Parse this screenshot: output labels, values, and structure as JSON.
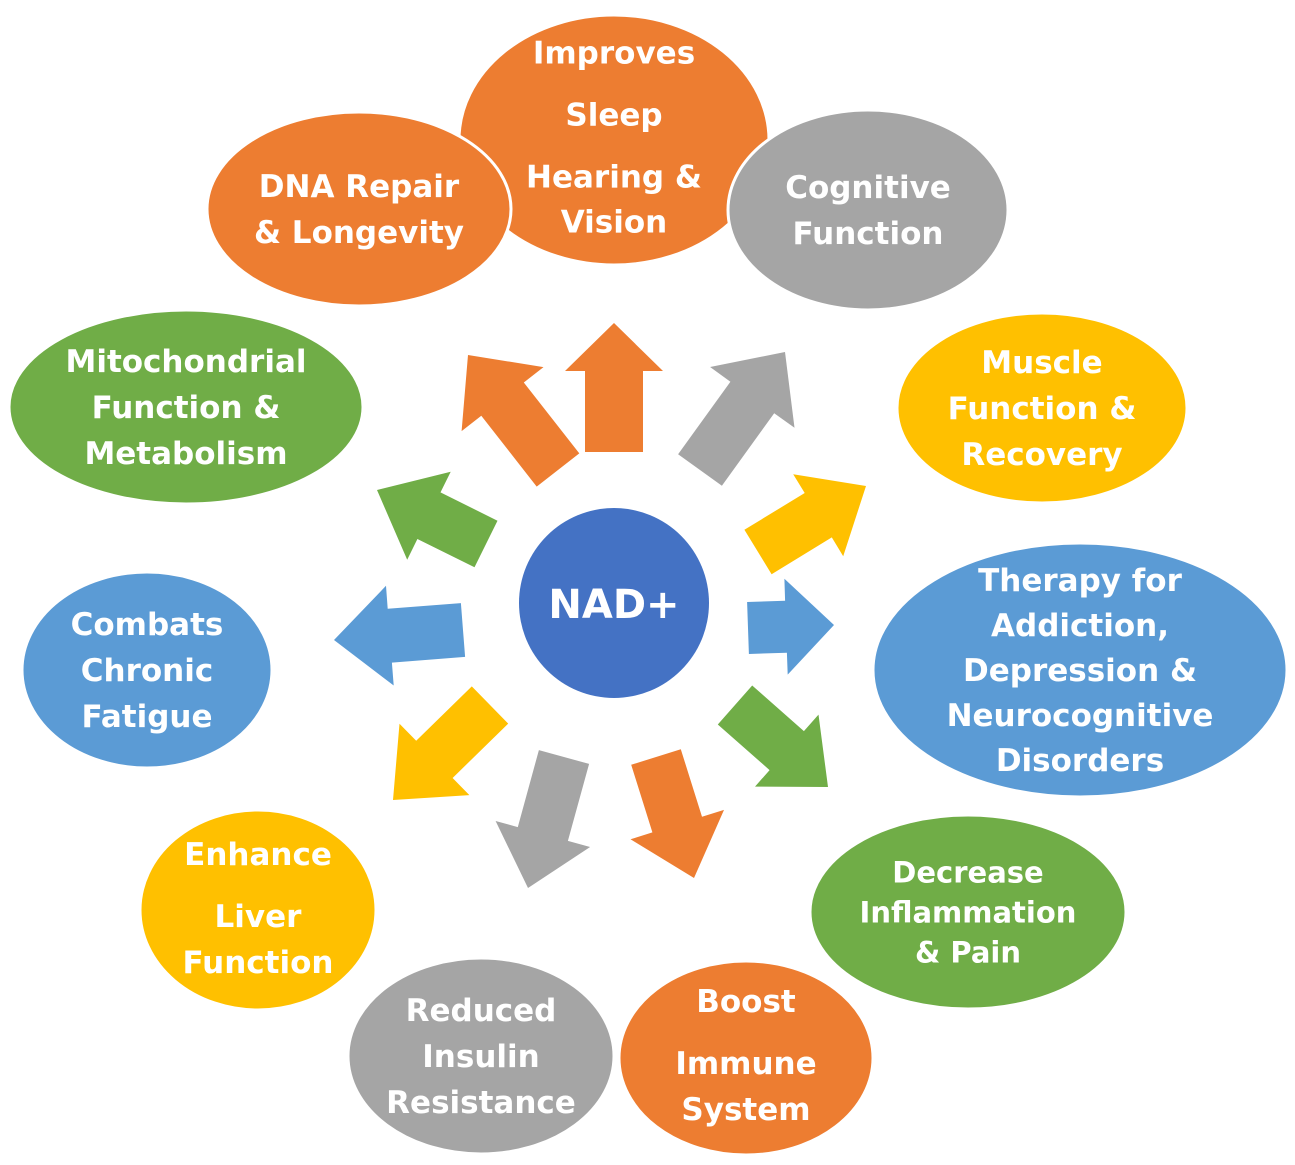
{
  "center": {
    "label": "NAD+",
    "color": "#4472C4"
  },
  "palette": {
    "orange": "#ED7D31",
    "gray": "#A5A5A5",
    "gold": "#FFC000",
    "blue": "#5B9BD5",
    "green": "#70AD47"
  },
  "benefits": [
    {
      "lines": [
        "Improves",
        "Sleep",
        "Hearing &",
        "Vision"
      ],
      "color": "#ED7D31"
    },
    {
      "lines": [
        "Cognitive",
        "Function"
      ],
      "color": "#A5A5A5"
    },
    {
      "lines": [
        "Muscle",
        "Function &",
        "Recovery"
      ],
      "color": "#FFC000"
    },
    {
      "lines": [
        "Therapy for",
        "Addiction,",
        "Depression &",
        "Neurocognitive",
        "Disorders"
      ],
      "color": "#5B9BD5"
    },
    {
      "lines": [
        "Decrease",
        "Inflammation",
        "& Pain"
      ],
      "color": "#70AD47"
    },
    {
      "lines": [
        "Boost",
        "Immune",
        "System"
      ],
      "color": "#ED7D31"
    },
    {
      "lines": [
        "Reduced",
        "Insulin",
        "Resistance"
      ],
      "color": "#A5A5A5"
    },
    {
      "lines": [
        "Enhance",
        "Liver",
        "Function"
      ],
      "color": "#FFC000"
    },
    {
      "lines": [
        "Combats",
        "Chronic",
        "Fatigue"
      ],
      "color": "#5B9BD5"
    },
    {
      "lines": [
        "Mitochondrial",
        "Function &",
        "Metabolism"
      ],
      "color": "#70AD47"
    },
    {
      "lines": [
        "DNA Repair",
        "& Longevity"
      ],
      "color": "#ED7D31"
    }
  ],
  "arrows": [
    {
      "color": "#ED7D31"
    },
    {
      "color": "#ED7D31"
    },
    {
      "color": "#A5A5A5"
    },
    {
      "color": "#FFC000"
    },
    {
      "color": "#5B9BD5"
    },
    {
      "color": "#70AD47"
    },
    {
      "color": "#ED7D31"
    },
    {
      "color": "#A5A5A5"
    },
    {
      "color": "#FFC000"
    },
    {
      "color": "#5B9BD5"
    },
    {
      "color": "#70AD47"
    }
  ]
}
